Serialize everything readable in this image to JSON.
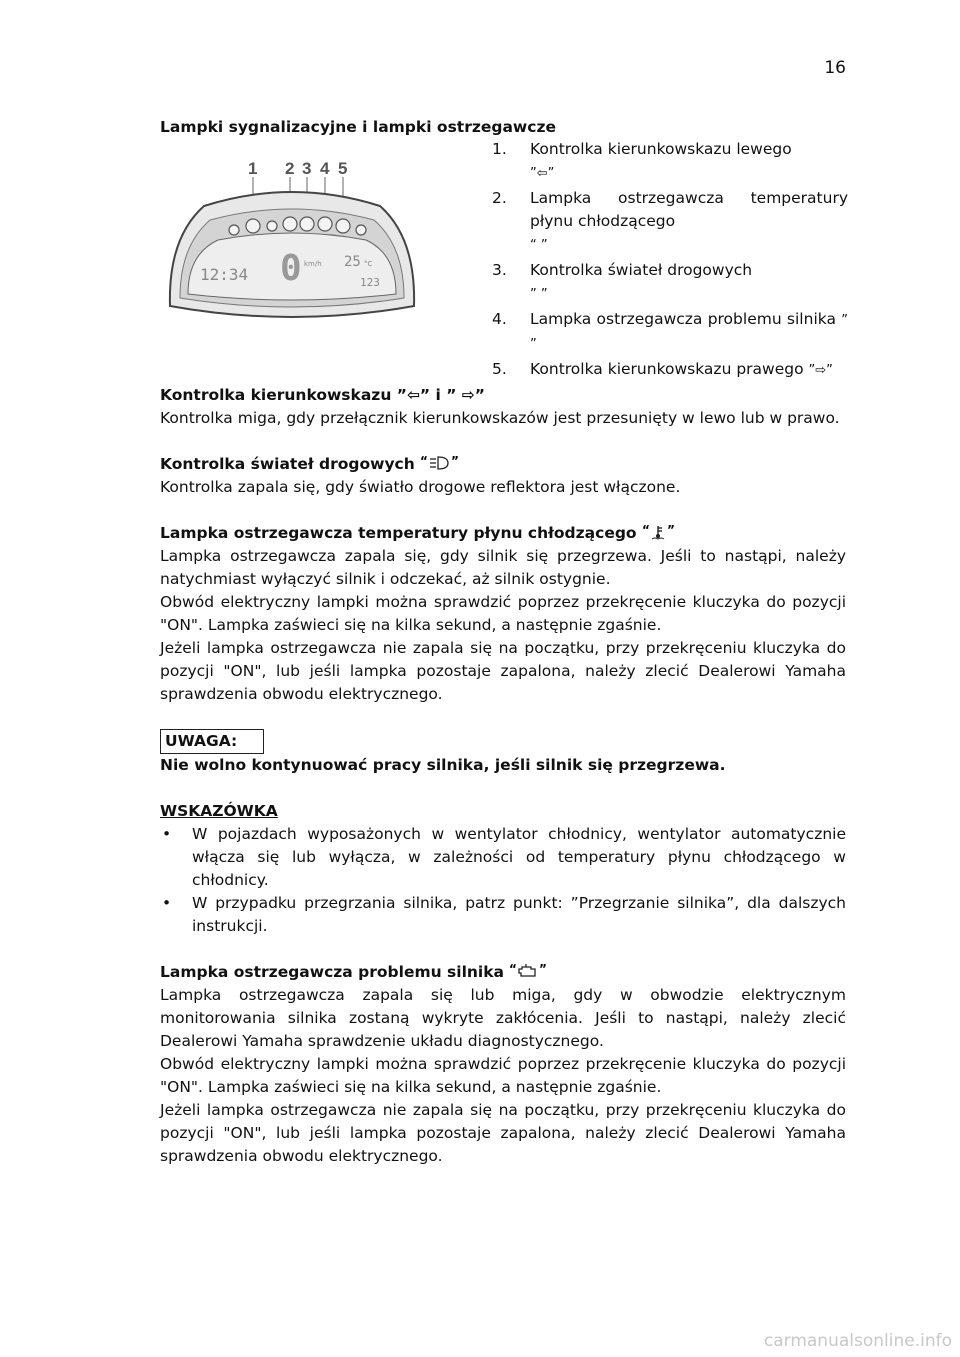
{
  "page_number": "16",
  "section1": {
    "title": "Lampki sygnalizacyjne i lampki ostrzegawcze",
    "figure": {
      "callouts": [
        "1",
        "2",
        "3",
        "4",
        "5"
      ],
      "clock": "12:34",
      "speed": "0",
      "speed_unit": "km/h",
      "temp": "25",
      "temp_unit": "°C",
      "odo": "123"
    },
    "items": [
      {
        "num": "1.",
        "text": "Kontrolka kierunkowskazu lewego",
        "symbol": "”⇦”"
      },
      {
        "num": "2.",
        "text": "Lampka ostrzegawcza temperatury płynu chłodzącego",
        "symbol": "“  ”"
      },
      {
        "num": "3.",
        "text": "Kontrolka świateł drogowych",
        "symbol": "”   ”"
      },
      {
        "num": "4.",
        "text": "Lampka ostrzegawcza problemu silnika",
        "symbol": "”   ”"
      },
      {
        "num": "5.",
        "text": "Kontrolka kierunkowskazu prawego",
        "symbol": "”⇨”"
      }
    ]
  },
  "turn": {
    "heading": "Kontrolka kierunkowskazu ”⇦” i ” ⇨”",
    "body": "Kontrolka miga, gdy przełącznik kierunkowskazów jest przesunięty w lewo lub w prawo."
  },
  "high_beam": {
    "heading": "Kontrolka świateł drogowych",
    "body": "Kontrolka zapala się, gdy światło drogowe reflektora jest włączone."
  },
  "coolant": {
    "heading": "Lampka ostrzegawcza temperatury płynu chłodzącego",
    "p1": "Lampka ostrzegawcza zapala się, gdy silnik się przegrzewa. Jeśli to nastąpi, należy natychmiast wyłączyć silnik i odczekać, aż silnik ostygnie.",
    "p2": "Obwód elektryczny lampki można sprawdzić poprzez przekręcenie kluczyka do pozycji \"ON\". Lampka zaświeci się na kilka sekund, a następnie zgaśnie.",
    "p3": "Jeżeli lampka ostrzegawcza nie zapala się na początku, przy przekręceniu kluczyka do pozycji \"ON\", lub jeśli lampka pozostaje zapalona, należy zlecić Dealerowi Yamaha sprawdzenia obwodu elektrycznego."
  },
  "uwaga": {
    "label": "UWAGA:",
    "text": "Nie wolno kontynuować pracy silnika, jeśli silnik się przegrzewa."
  },
  "wskazowka": {
    "label": "WSKAZÓWKA",
    "bullets": [
      "W pojazdach wyposażonych w wentylator chłodnicy, wentylator automatycznie włącza się lub wyłącza, w zależności od temperatury płynu chłodzącego w chłodnicy.",
      "W przypadku przegrzania silnika, patrz punkt: ”Przegrzanie silnika”, dla dalszych instrukcji."
    ]
  },
  "engine": {
    "heading": "Lampka ostrzegawcza problemu silnika",
    "p1": "Lampka ostrzegawcza zapala się lub miga, gdy w obwodzie elektrycznym monitorowania silnika zostaną wykryte zakłócenia. Jeśli to nastąpi, należy zlecić Dealerowi Yamaha sprawdzenie układu diagnostycznego.",
    "p2": "Obwód elektryczny lampki można sprawdzić poprzez przekręcenie kluczyka do pozycji \"ON\". Lampka zaświeci się na kilka sekund, a następnie zgaśnie.",
    "p3": "Jeżeli lampka ostrzegawcza nie zapala się na początku, przy przekręceniu kluczyka do pozycji \"ON\", lub jeśli lampka pozostaje zapalona, należy zlecić Dealerowi Yamaha sprawdzenia obwodu elektrycznego."
  },
  "watermark": "carmanualsonline.info"
}
